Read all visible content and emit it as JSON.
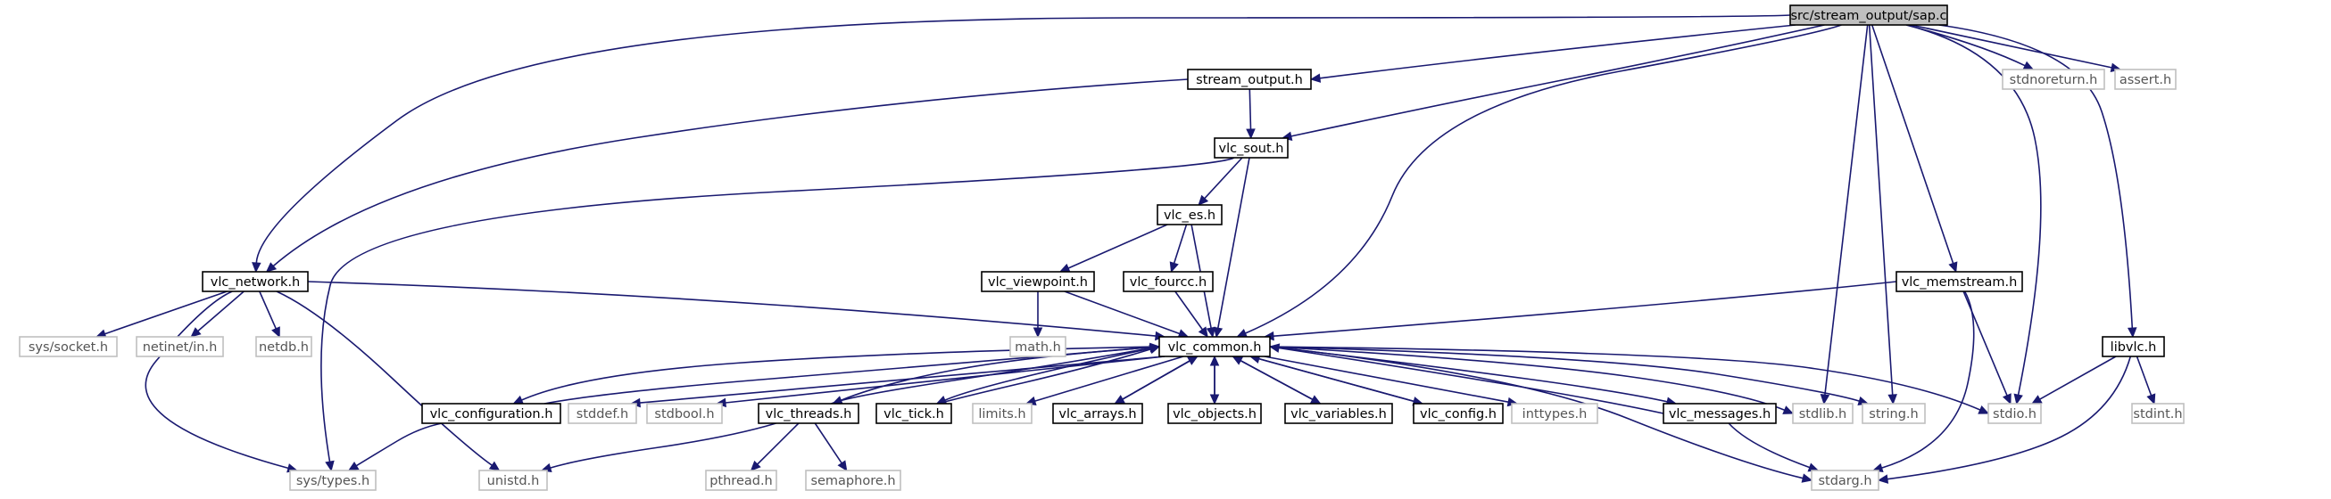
{
  "graph": {
    "title": "src/stream_output/sap.c",
    "colors": {
      "edge": "#191970",
      "root_fill": "#bfbfbf",
      "root_border": "#000000",
      "header_border": "#000000",
      "system_border": "#bfbfbf",
      "text_dark": "#000000",
      "text_system": "#555555"
    },
    "nodes": [
      {
        "id": "sap",
        "label": "src/stream_output/sap.c",
        "kind": "root"
      },
      {
        "id": "stream_output",
        "label": "stream_output.h",
        "kind": "header"
      },
      {
        "id": "vlc_network",
        "label": "vlc_network.h",
        "kind": "header"
      },
      {
        "id": "vlc_sout",
        "label": "vlc_sout.h",
        "kind": "header"
      },
      {
        "id": "vlc_common",
        "label": "vlc_common.h",
        "kind": "header"
      },
      {
        "id": "vlc_memstream",
        "label": "vlc_memstream.h",
        "kind": "header"
      },
      {
        "id": "stdlib",
        "label": "stdlib.h",
        "kind": "system"
      },
      {
        "id": "string",
        "label": "string.h",
        "kind": "system"
      },
      {
        "id": "stdio",
        "label": "stdio.h",
        "kind": "system"
      },
      {
        "id": "libvlc",
        "label": "libvlc.h",
        "kind": "header"
      },
      {
        "id": "stdnoreturn",
        "label": "stdnoreturn.h",
        "kind": "system"
      },
      {
        "id": "assert",
        "label": "assert.h",
        "kind": "system"
      },
      {
        "id": "vlc_es",
        "label": "vlc_es.h",
        "kind": "header"
      },
      {
        "id": "vlc_viewpoint",
        "label": "vlc_viewpoint.h",
        "kind": "header"
      },
      {
        "id": "vlc_fourcc",
        "label": "vlc_fourcc.h",
        "kind": "header"
      },
      {
        "id": "math",
        "label": "math.h",
        "kind": "system"
      },
      {
        "id": "sys_socket",
        "label": "sys/socket.h",
        "kind": "system"
      },
      {
        "id": "netinet_in",
        "label": "netinet/in.h",
        "kind": "system"
      },
      {
        "id": "netdb",
        "label": "netdb.h",
        "kind": "system"
      },
      {
        "id": "vlc_configuration",
        "label": "vlc_configuration.h",
        "kind": "header"
      },
      {
        "id": "stddef",
        "label": "stddef.h",
        "kind": "system"
      },
      {
        "id": "stdbool",
        "label": "stdbool.h",
        "kind": "system"
      },
      {
        "id": "vlc_threads",
        "label": "vlc_threads.h",
        "kind": "header"
      },
      {
        "id": "vlc_tick",
        "label": "vlc_tick.h",
        "kind": "header"
      },
      {
        "id": "limits",
        "label": "limits.h",
        "kind": "system"
      },
      {
        "id": "vlc_arrays",
        "label": "vlc_arrays.h",
        "kind": "header"
      },
      {
        "id": "vlc_objects",
        "label": "vlc_objects.h",
        "kind": "header"
      },
      {
        "id": "vlc_variables",
        "label": "vlc_variables.h",
        "kind": "header"
      },
      {
        "id": "vlc_config",
        "label": "vlc_config.h",
        "kind": "header"
      },
      {
        "id": "inttypes",
        "label": "inttypes.h",
        "kind": "system"
      },
      {
        "id": "vlc_messages",
        "label": "vlc_messages.h",
        "kind": "header"
      },
      {
        "id": "stdint",
        "label": "stdint.h",
        "kind": "system"
      },
      {
        "id": "sys_types",
        "label": "sys/types.h",
        "kind": "system"
      },
      {
        "id": "unistd",
        "label": "unistd.h",
        "kind": "system"
      },
      {
        "id": "pthread",
        "label": "pthread.h",
        "kind": "system"
      },
      {
        "id": "semaphore",
        "label": "semaphore.h",
        "kind": "system"
      },
      {
        "id": "stdarg",
        "label": "stdarg.h",
        "kind": "system"
      }
    ],
    "edges": [
      {
        "from": "sap",
        "to": "stream_output"
      },
      {
        "from": "sap",
        "to": "vlc_network"
      },
      {
        "from": "sap",
        "to": "vlc_sout"
      },
      {
        "from": "sap",
        "to": "vlc_common"
      },
      {
        "from": "sap",
        "to": "vlc_memstream"
      },
      {
        "from": "sap",
        "to": "stdlib"
      },
      {
        "from": "sap",
        "to": "string"
      },
      {
        "from": "sap",
        "to": "stdio"
      },
      {
        "from": "sap",
        "to": "libvlc"
      },
      {
        "from": "sap",
        "to": "stdnoreturn"
      },
      {
        "from": "sap",
        "to": "assert"
      },
      {
        "from": "stream_output",
        "to": "vlc_sout"
      },
      {
        "from": "stream_output",
        "to": "vlc_network"
      },
      {
        "from": "vlc_sout",
        "to": "vlc_es"
      },
      {
        "from": "vlc_sout",
        "to": "vlc_common"
      },
      {
        "from": "vlc_sout",
        "to": "sys_types"
      },
      {
        "from": "vlc_es",
        "to": "vlc_viewpoint"
      },
      {
        "from": "vlc_es",
        "to": "vlc_fourcc"
      },
      {
        "from": "vlc_es",
        "to": "vlc_common"
      },
      {
        "from": "vlc_viewpoint",
        "to": "math"
      },
      {
        "from": "vlc_viewpoint",
        "to": "vlc_common"
      },
      {
        "from": "vlc_fourcc",
        "to": "vlc_common"
      },
      {
        "from": "vlc_network",
        "to": "sys_socket"
      },
      {
        "from": "vlc_network",
        "to": "netinet_in"
      },
      {
        "from": "vlc_network",
        "to": "netdb"
      },
      {
        "from": "vlc_network",
        "to": "unistd"
      },
      {
        "from": "vlc_network",
        "to": "sys_types"
      },
      {
        "from": "vlc_network",
        "to": "vlc_common"
      },
      {
        "from": "vlc_memstream",
        "to": "vlc_common"
      },
      {
        "from": "vlc_memstream",
        "to": "stdio"
      },
      {
        "from": "vlc_memstream",
        "to": "stdarg"
      },
      {
        "from": "libvlc",
        "to": "stdio"
      },
      {
        "from": "libvlc",
        "to": "stdint"
      },
      {
        "from": "libvlc",
        "to": "stdarg"
      },
      {
        "from": "vlc_common",
        "to": "vlc_configuration"
      },
      {
        "from": "vlc_common",
        "to": "stddef"
      },
      {
        "from": "vlc_common",
        "to": "stdbool"
      },
      {
        "from": "vlc_common",
        "to": "vlc_threads"
      },
      {
        "from": "vlc_common",
        "to": "vlc_tick"
      },
      {
        "from": "vlc_common",
        "to": "limits"
      },
      {
        "from": "vlc_common",
        "to": "vlc_arrays"
      },
      {
        "from": "vlc_common",
        "to": "vlc_objects"
      },
      {
        "from": "vlc_common",
        "to": "vlc_variables"
      },
      {
        "from": "vlc_common",
        "to": "vlc_config"
      },
      {
        "from": "vlc_common",
        "to": "inttypes"
      },
      {
        "from": "vlc_common",
        "to": "vlc_messages"
      },
      {
        "from": "vlc_common",
        "to": "stdlib"
      },
      {
        "from": "vlc_common",
        "to": "string"
      },
      {
        "from": "vlc_common",
        "to": "stdio"
      },
      {
        "from": "vlc_common",
        "to": "stdarg"
      },
      {
        "from": "vlc_configuration",
        "to": "vlc_common"
      },
      {
        "from": "vlc_configuration",
        "to": "sys_types"
      },
      {
        "from": "vlc_threads",
        "to": "vlc_common"
      },
      {
        "from": "vlc_threads",
        "to": "unistd"
      },
      {
        "from": "vlc_threads",
        "to": "pthread"
      },
      {
        "from": "vlc_threads",
        "to": "semaphore"
      },
      {
        "from": "vlc_tick",
        "to": "vlc_common"
      },
      {
        "from": "vlc_arrays",
        "to": "vlc_common"
      },
      {
        "from": "vlc_objects",
        "to": "vlc_common"
      },
      {
        "from": "vlc_variables",
        "to": "vlc_common"
      },
      {
        "from": "vlc_config",
        "to": "vlc_common"
      },
      {
        "from": "vlc_messages",
        "to": "vlc_common"
      },
      {
        "from": "vlc_messages",
        "to": "stdarg"
      }
    ]
  }
}
